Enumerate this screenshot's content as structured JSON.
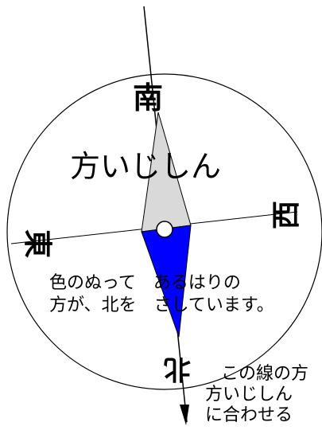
{
  "diagram": {
    "directions": {
      "south": "南",
      "west": "西",
      "east": "東",
      "north": "北"
    },
    "title": "方いじしん",
    "description_line_1": "色のぬって　あるはりの",
    "description_line_2": "方が、北を　さしています。",
    "note_line_1": "この線の方",
    "note_line_2": "方いじしん",
    "note_line_3": "に合わせる",
    "colors": {
      "needle_north": "#0000ff",
      "needle_south": "#d9d9d9",
      "outline": "#000000",
      "background": "#ffffff"
    }
  }
}
